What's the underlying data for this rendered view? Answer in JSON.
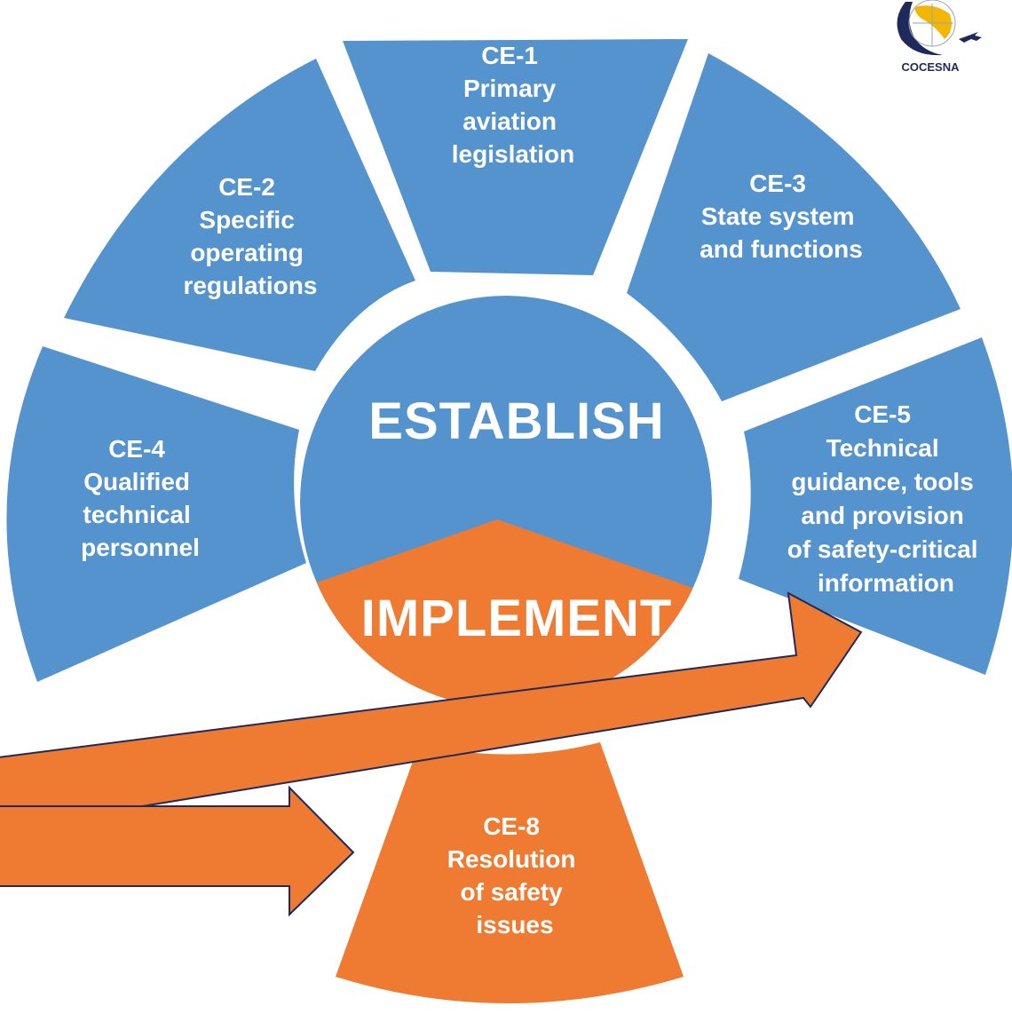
{
  "colors": {
    "blue": "#5593CF",
    "orange": "#EF7A31",
    "navy": "#1F2A5C",
    "text": "#FFFFFF"
  },
  "logo": {
    "text": "COCESNA",
    "icon": "globe-airplane-icon"
  },
  "center": {
    "top": "ESTABLISH",
    "bottom": "IMPLEMENT"
  },
  "elements": [
    {
      "code": "CE-1",
      "lines": [
        "Primary",
        "aviation",
        "legislation"
      ]
    },
    {
      "code": "CE-2",
      "lines": [
        "Specific",
        "operating",
        "regulations"
      ]
    },
    {
      "code": "CE-3",
      "lines": [
        "State system",
        "and functions"
      ]
    },
    {
      "code": "CE-4",
      "lines": [
        "Qualified",
        "technical",
        "personnel"
      ]
    },
    {
      "code": "CE-5",
      "lines": [
        "Technical",
        "guidance, tools",
        "and provision",
        "of safety-critical",
        "information"
      ]
    },
    {
      "code": "CE-8",
      "lines": [
        "Resolution",
        "of safety",
        "issues"
      ]
    }
  ]
}
